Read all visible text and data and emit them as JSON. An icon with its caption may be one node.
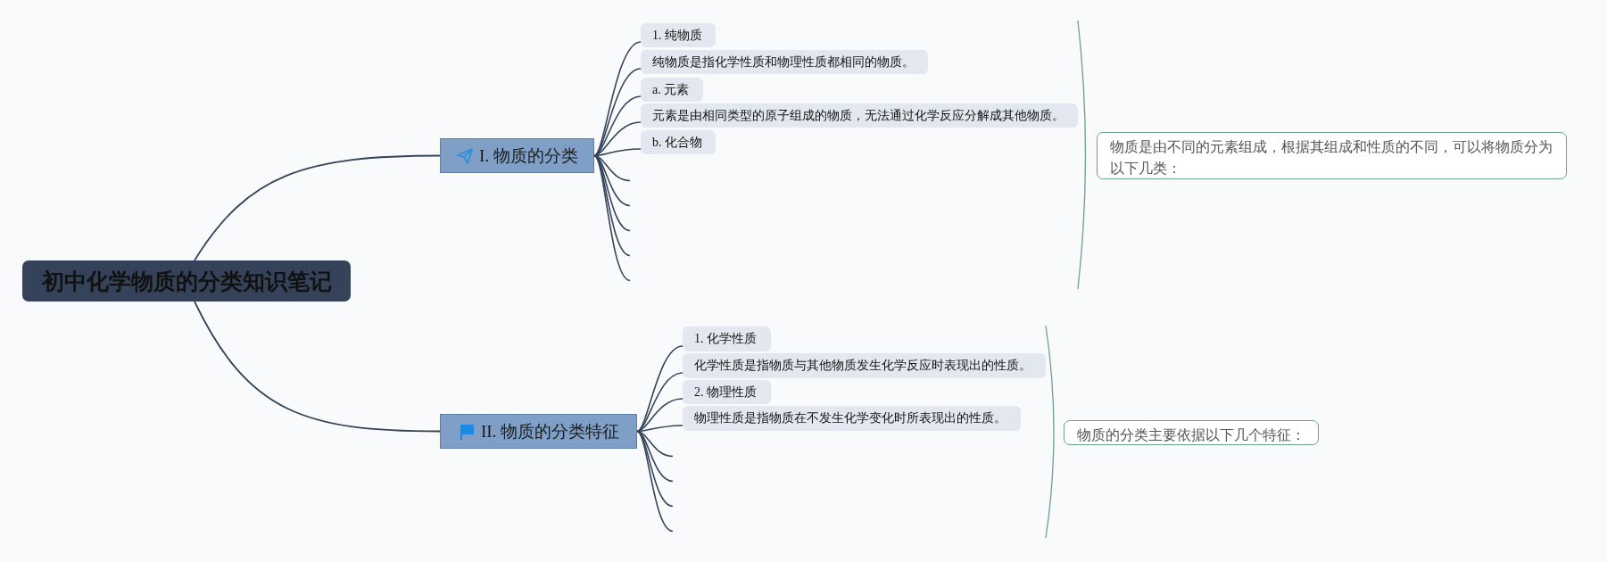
{
  "diagram": {
    "nodes": [
      {
        "text": [
          "初中化学物质的分类知识笔记"
        ]
      },
      {
        "text": [
          "I. 物质的分类"
        ]
      },
      {
        "text": [
          "1. 纯物质"
        ]
      },
      {
        "text": [
          "纯物质是指化学性质和物理性质都相同的物质。"
        ]
      },
      {
        "text": [
          "a. 元素"
        ]
      },
      {
        "text": [
          "元素是由相同类型的原子组成的物质，无法通过化学反应分解成其他物质。"
        ]
      },
      {
        "text": [
          "b. 化合物"
        ]
      },
      {
        "text": [
          "物质是由不同的元素组成，根据其组成和性质的不同，可以将物质分为以下几类："
        ]
      },
      {
        "text": [
          "II. 物质的分类特征"
        ]
      },
      {
        "text": [
          "1. 化学性质"
        ]
      },
      {
        "text": [
          "化学性质是指物质与其他物质发生化学反应时表现出的性质。"
        ]
      },
      {
        "text": [
          "2. 物理性质"
        ]
      },
      {
        "text": [
          "物理性质是指物质在不发生化学变化时所表现出的性质。"
        ]
      },
      {
        "text": [
          "物质的分类主要依据以下几个特征："
        ]
      }
    ],
    "edges": [
      {
        "from": 0,
        "to": 1,
        "arrow": "none"
      },
      {
        "from": 0,
        "to": 8,
        "arrow": "none"
      },
      {
        "from": 1,
        "to": 2,
        "arrow": "none"
      },
      {
        "from": 1,
        "to": 3,
        "arrow": "none"
      },
      {
        "from": 1,
        "to": 4,
        "arrow": "none"
      },
      {
        "from": 1,
        "to": 5,
        "arrow": "none"
      },
      {
        "from": 1,
        "to": 6,
        "arrow": "none"
      },
      {
        "from": 1,
        "to": null,
        "arrow": "none"
      },
      {
        "from": 1,
        "to": null,
        "arrow": "none"
      },
      {
        "from": 1,
        "to": null,
        "arrow": "none"
      },
      {
        "from": 1,
        "to": null,
        "arrow": "none"
      },
      {
        "from": 1,
        "to": null,
        "arrow": "none"
      },
      {
        "from": 8,
        "to": 9,
        "arrow": "none"
      },
      {
        "from": 8,
        "to": 10,
        "arrow": "none"
      },
      {
        "from": 8,
        "to": 11,
        "arrow": "none"
      },
      {
        "from": 8,
        "to": 12,
        "arrow": "none"
      },
      {
        "from": 8,
        "to": null,
        "arrow": "none"
      },
      {
        "from": 8,
        "to": null,
        "arrow": "none"
      },
      {
        "from": 8,
        "to": null,
        "arrow": "none"
      },
      {
        "from": 8,
        "to": null,
        "arrow": "none"
      }
    ]
  }
}
